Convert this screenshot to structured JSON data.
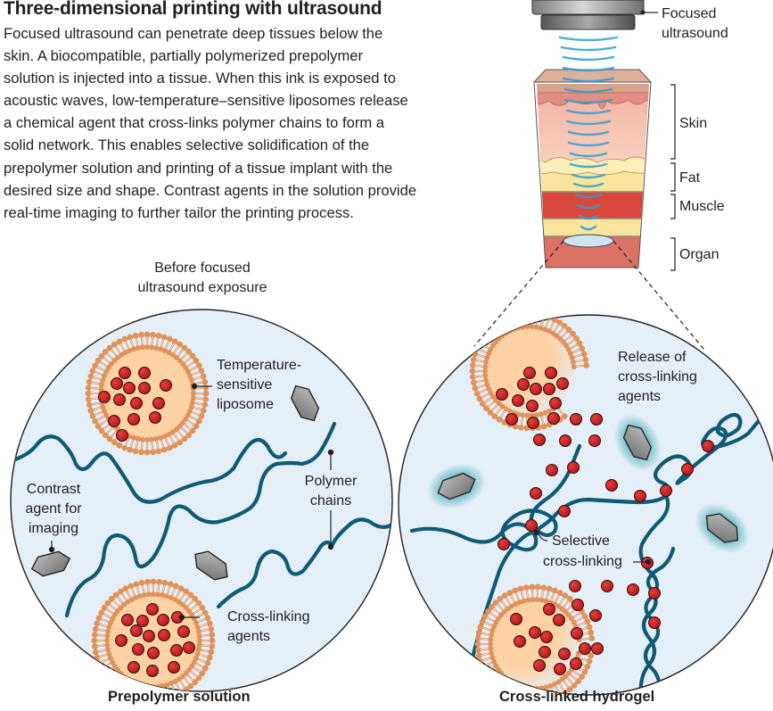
{
  "header": {
    "title": "Three-dimensional printing with ultrasound",
    "body_lines": [
      "Focused ultrasound can penetrate deep tissues below the",
      "skin. A biocompatible, partially polymerized prepolymer",
      "solution is injected into a tissue. When this ink is exposed to",
      "acoustic waves, low-temperature–sensitive liposomes release",
      "a chemical agent that cross-links polymer chains to form a",
      "solid network. This enables selective solidification of the",
      "prepolymer solution and printing of a tissue implant with the",
      "desired size and shape. Contrast agents in the solution provide",
      "real-time imaging to further tailor the printing process."
    ]
  },
  "tissue_diagram": {
    "transducer_label": [
      "Focused",
      "ultrasound"
    ],
    "layers": [
      {
        "name": "Skin",
        "label": "Skin"
      },
      {
        "name": "Fat",
        "label": "Fat"
      },
      {
        "name": "Muscle",
        "label": "Muscle"
      },
      {
        "name": "Organ",
        "label": "Organ"
      }
    ]
  },
  "left_panel": {
    "heading": [
      "Before focused",
      "ultrasound exposure"
    ],
    "caption": "Prepolymer solution",
    "labels": {
      "liposome": [
        "Temperature-",
        "sensitive",
        "liposome"
      ],
      "contrast": [
        "Contrast",
        "agent for",
        "imaging"
      ],
      "polymer": [
        "Polymer",
        "chains"
      ],
      "crosslinking": [
        "Cross-linking",
        "agents"
      ]
    }
  },
  "right_panel": {
    "caption": "Cross-linked hydrogel",
    "labels": {
      "release": [
        "Release of",
        "cross-linking",
        "agents"
      ],
      "selective": [
        "Selective",
        "cross-linking"
      ]
    }
  },
  "colors": {
    "circle_fill": "#e4eff8",
    "polymer": "#0f5a74",
    "agent": "#c8191e",
    "liposome_shell": "#e0925a",
    "liposome_core": "#fdd3a6",
    "contrast_agent": "#8a8a8a",
    "wave": "#2c9fd0",
    "skin_top": "#d9a98e",
    "skin_dermis": "#f5c0b0",
    "fat": "#fbe59b",
    "muscle": "#d9473d",
    "organ": "#db7164"
  }
}
